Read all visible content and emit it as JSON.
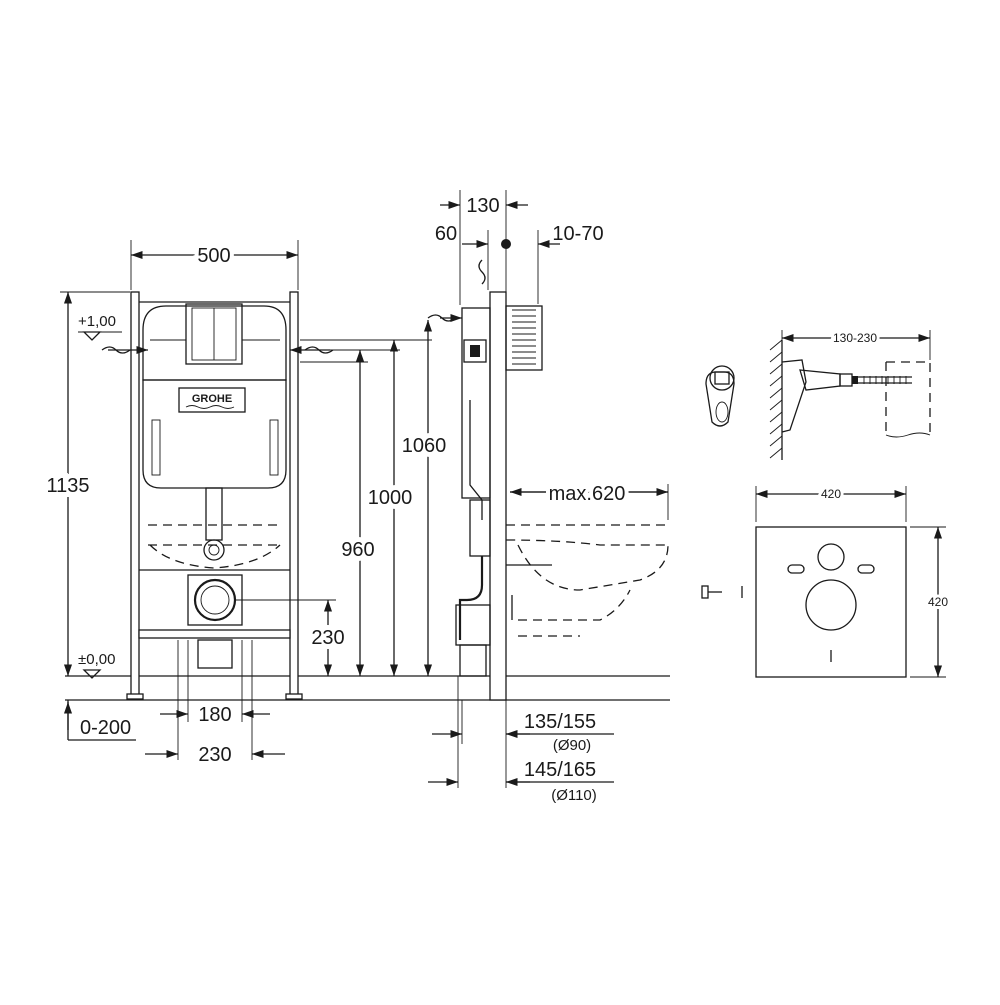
{
  "front_view": {
    "width": "500",
    "height_total": "1135",
    "level_top": "+1,00",
    "level_floor": "±0,00",
    "height_1060": "1060",
    "height_1000": "1000",
    "height_960": "960",
    "height_230": "230",
    "leg_adjust": "0-200",
    "spacing_180": "180",
    "spacing_230": "230",
    "brand_logo": "GROHE"
  },
  "side_view": {
    "depth_130": "130",
    "offset_60": "60",
    "range_10_70": "10-70",
    "max_620": "max.620",
    "pipe_90": "135/155",
    "pipe_90_dia": "(Ø90)",
    "pipe_110": "145/165",
    "pipe_110_dia": "(Ø110)"
  },
  "detail_view": {
    "bolt_range": "130-230",
    "pad_width": "420",
    "pad_height": "420"
  }
}
